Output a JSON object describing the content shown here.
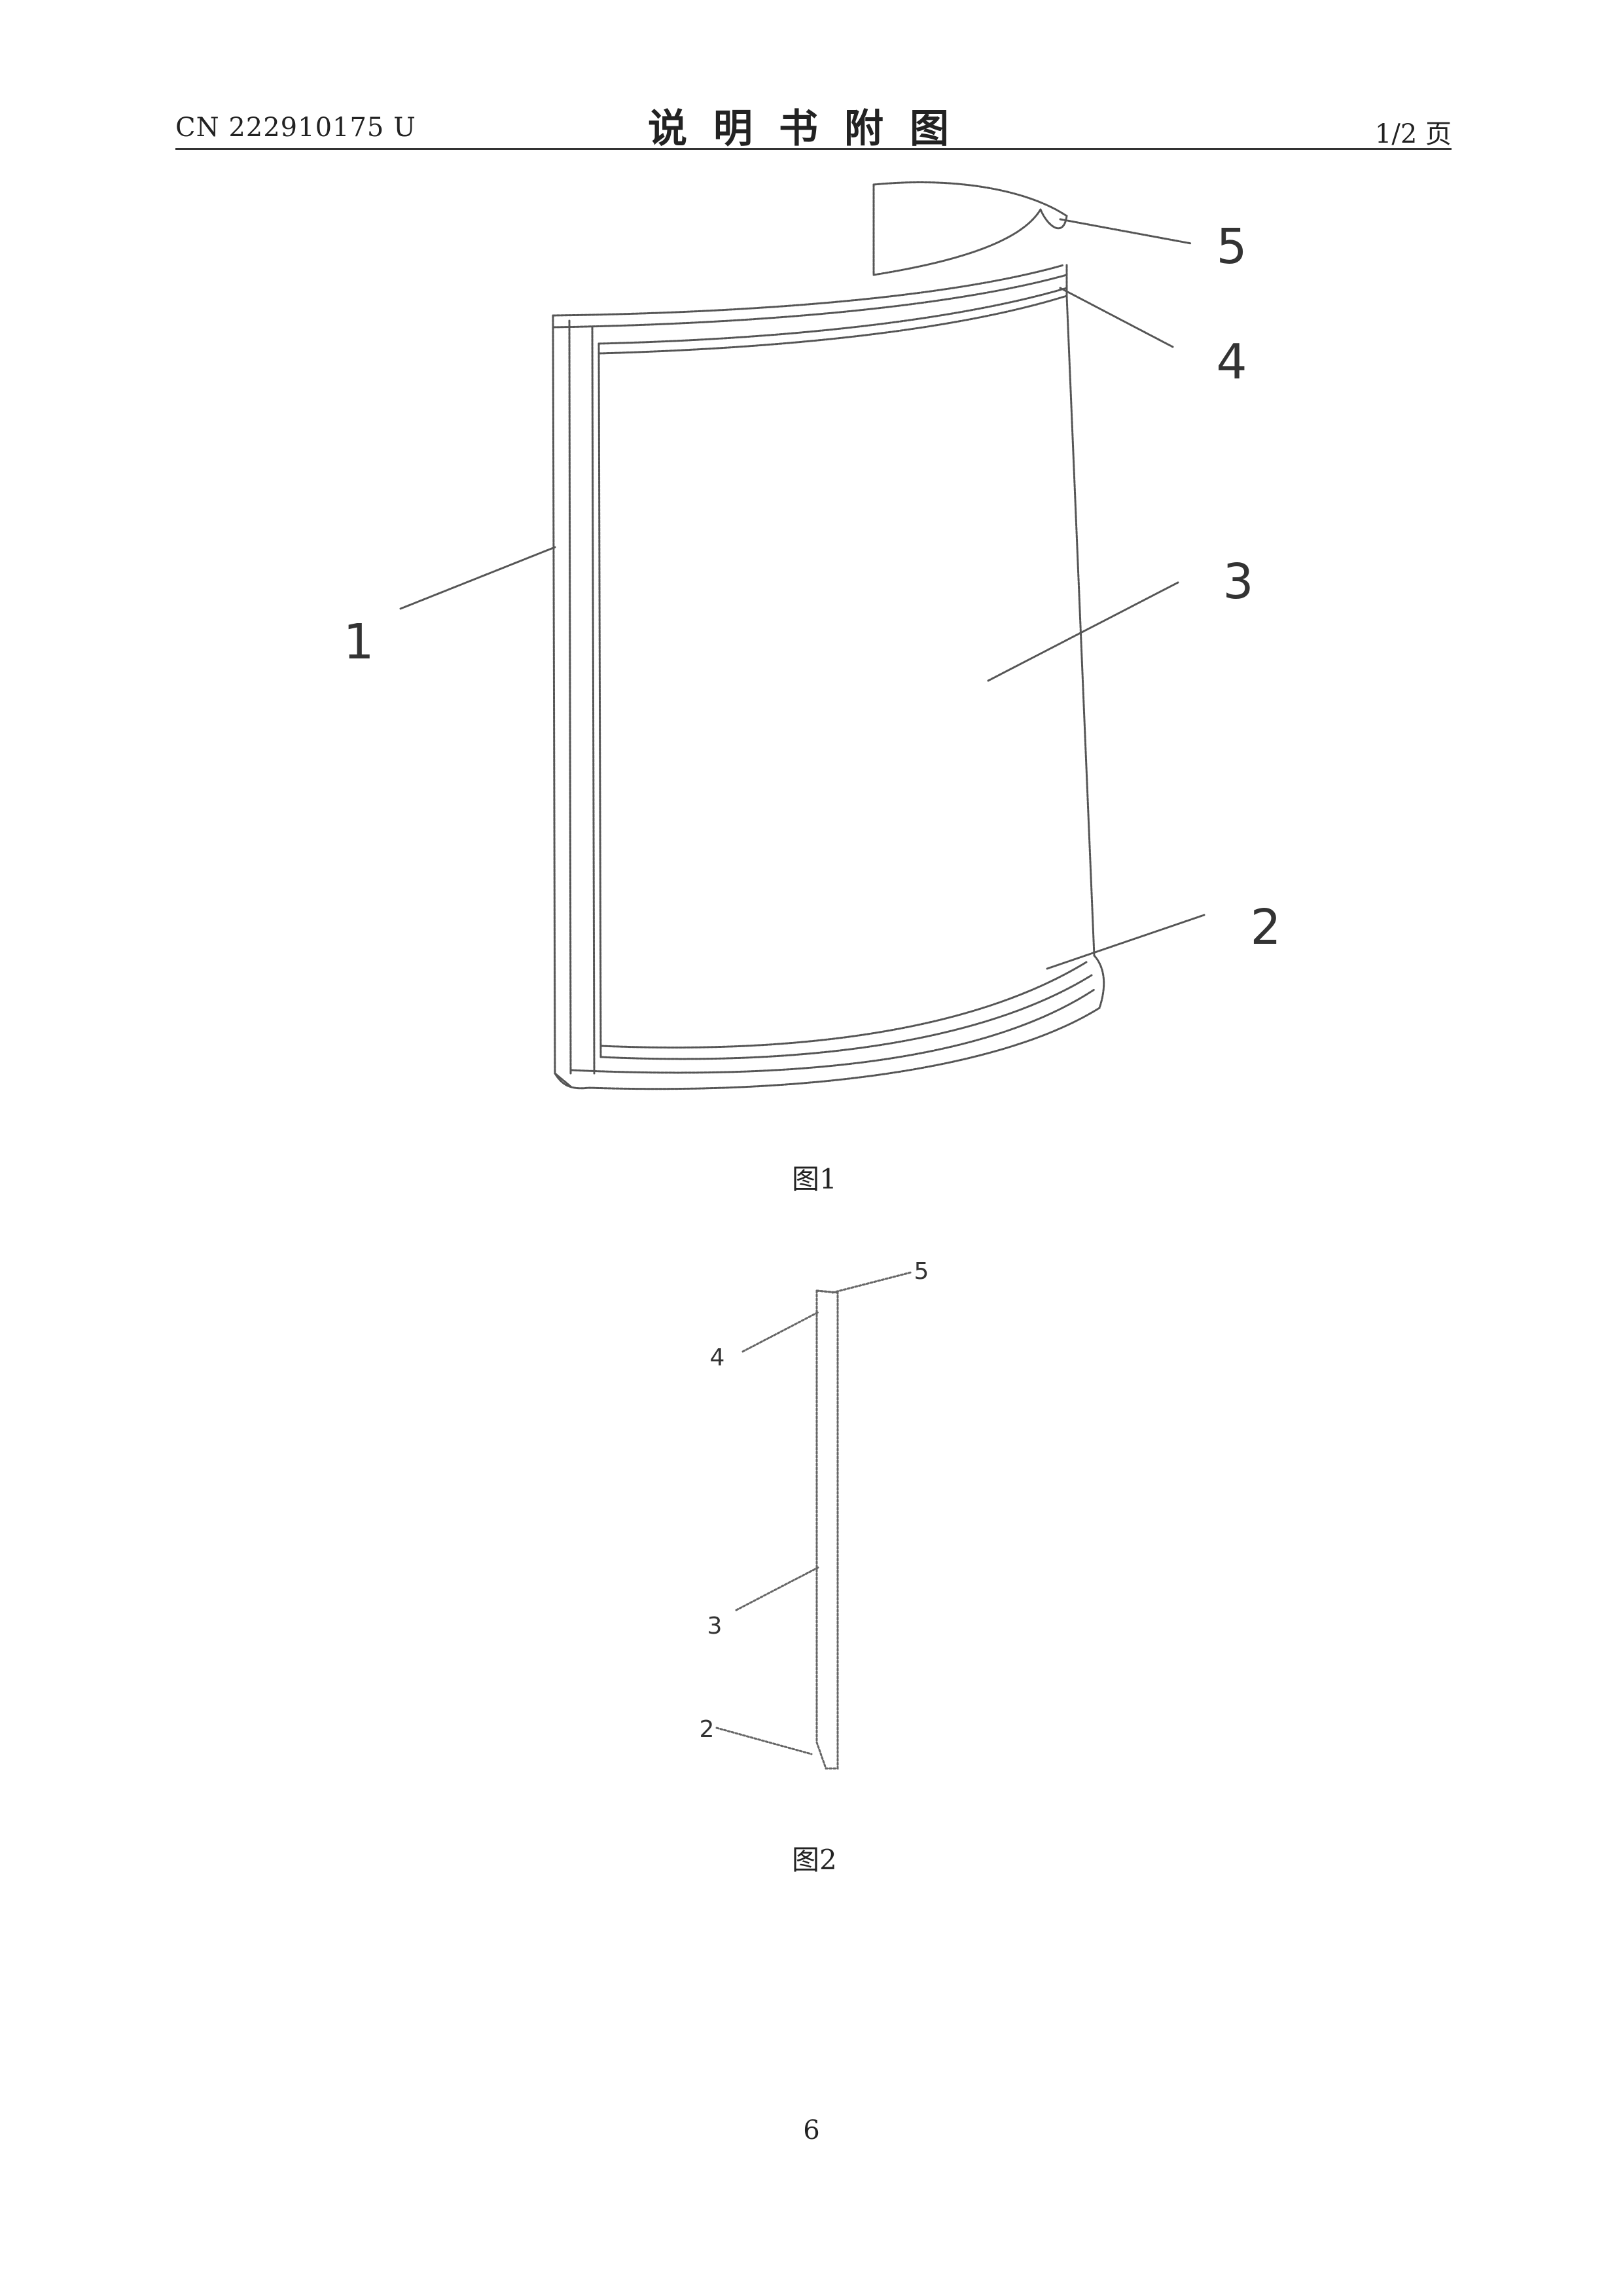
{
  "header": {
    "publication_number": "CN 222910175 U",
    "title": "说明书附图",
    "page_of": "1/2 页"
  },
  "figures": [
    {
      "caption": "图1",
      "labels": [
        "1",
        "2",
        "3",
        "4",
        "5"
      ]
    },
    {
      "caption": "图2",
      "labels": [
        "2",
        "3",
        "4",
        "5"
      ]
    }
  ],
  "footer": {
    "page_number": "6"
  }
}
